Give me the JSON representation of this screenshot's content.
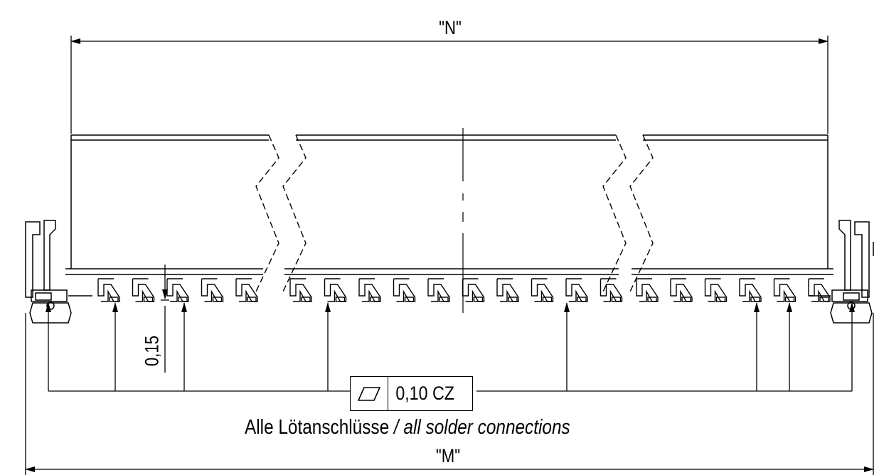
{
  "dimensions": {
    "overall_top": "\"N\"",
    "overall_bottom": "\"M\"",
    "offset": "0,15"
  },
  "tolerance_frame": {
    "symbol": "flatness-icon",
    "value": "0,10 CZ"
  },
  "note": {
    "german": "Alle Lötanschlüsse ",
    "english": "/ all solder connections"
  }
}
